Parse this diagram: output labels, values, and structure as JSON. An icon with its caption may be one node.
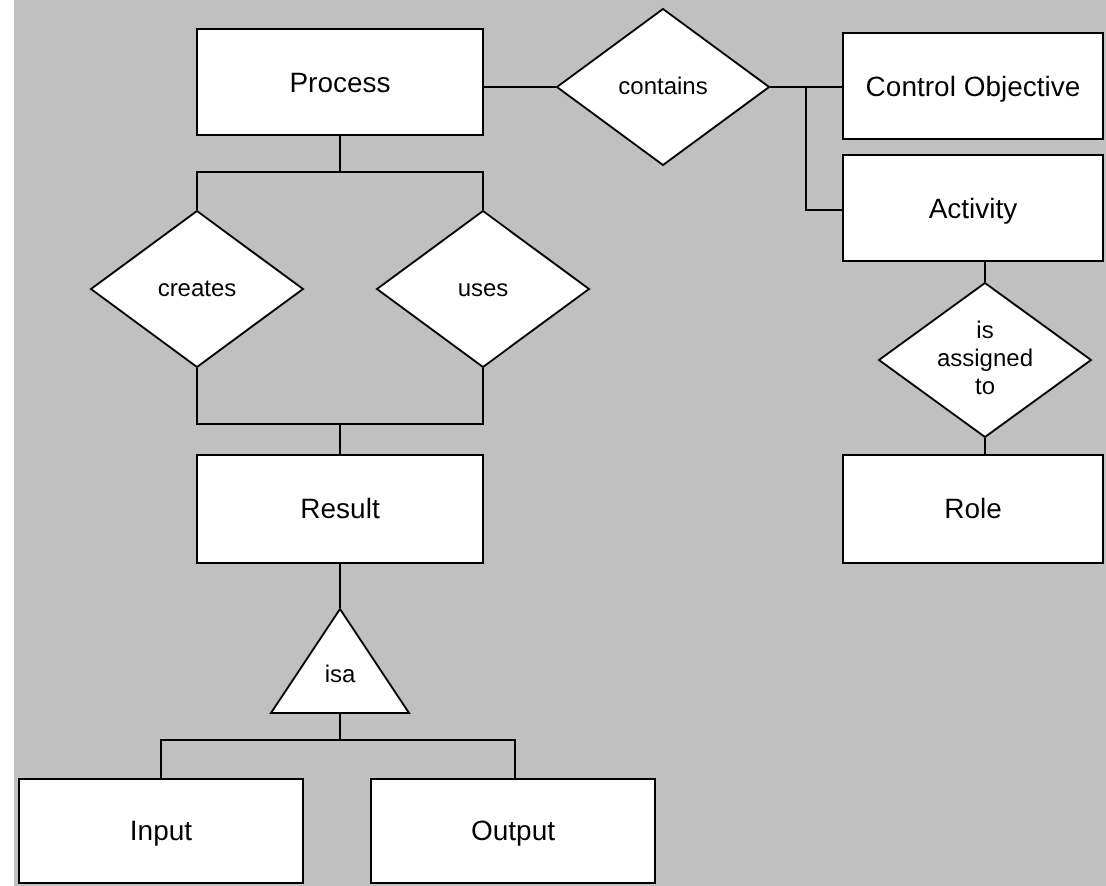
{
  "diagram": {
    "nodes": [
      {
        "text": [
          "Process"
        ]
      },
      {
        "text": [
          "contains"
        ]
      },
      {
        "text": [
          "Control Objective"
        ]
      },
      {
        "text": [
          "Activity"
        ]
      },
      {
        "text": [
          "creates"
        ]
      },
      {
        "text": [
          "uses"
        ]
      },
      {
        "text": [
          "is assigned to"
        ]
      },
      {
        "text": [
          "Result"
        ]
      },
      {
        "text": [
          "Role"
        ]
      },
      {
        "text": [
          "isa"
        ]
      },
      {
        "text": [
          "Input"
        ]
      },
      {
        "text": [
          "Output"
        ]
      }
    ],
    "edges": [
      {
        "from": 0,
        "to": 1,
        "arrow": "none"
      },
      {
        "from": 1,
        "to": 2,
        "arrow": "none"
      },
      {
        "from": 1,
        "to": 3,
        "arrow": "none"
      },
      {
        "from": 0,
        "to": 4,
        "arrow": "none"
      },
      {
        "from": 0,
        "to": 5,
        "arrow": "none"
      },
      {
        "from": 4,
        "to": 7,
        "arrow": "none"
      },
      {
        "from": 5,
        "to": 7,
        "arrow": "none"
      },
      {
        "from": 3,
        "to": 6,
        "arrow": "none"
      },
      {
        "from": 6,
        "to": 8,
        "arrow": "none"
      },
      {
        "from": 7,
        "to": 9,
        "arrow": "none"
      },
      {
        "from": 9,
        "to": 10,
        "arrow": "none"
      },
      {
        "from": 9,
        "to": 11,
        "arrow": "none"
      }
    ]
  }
}
